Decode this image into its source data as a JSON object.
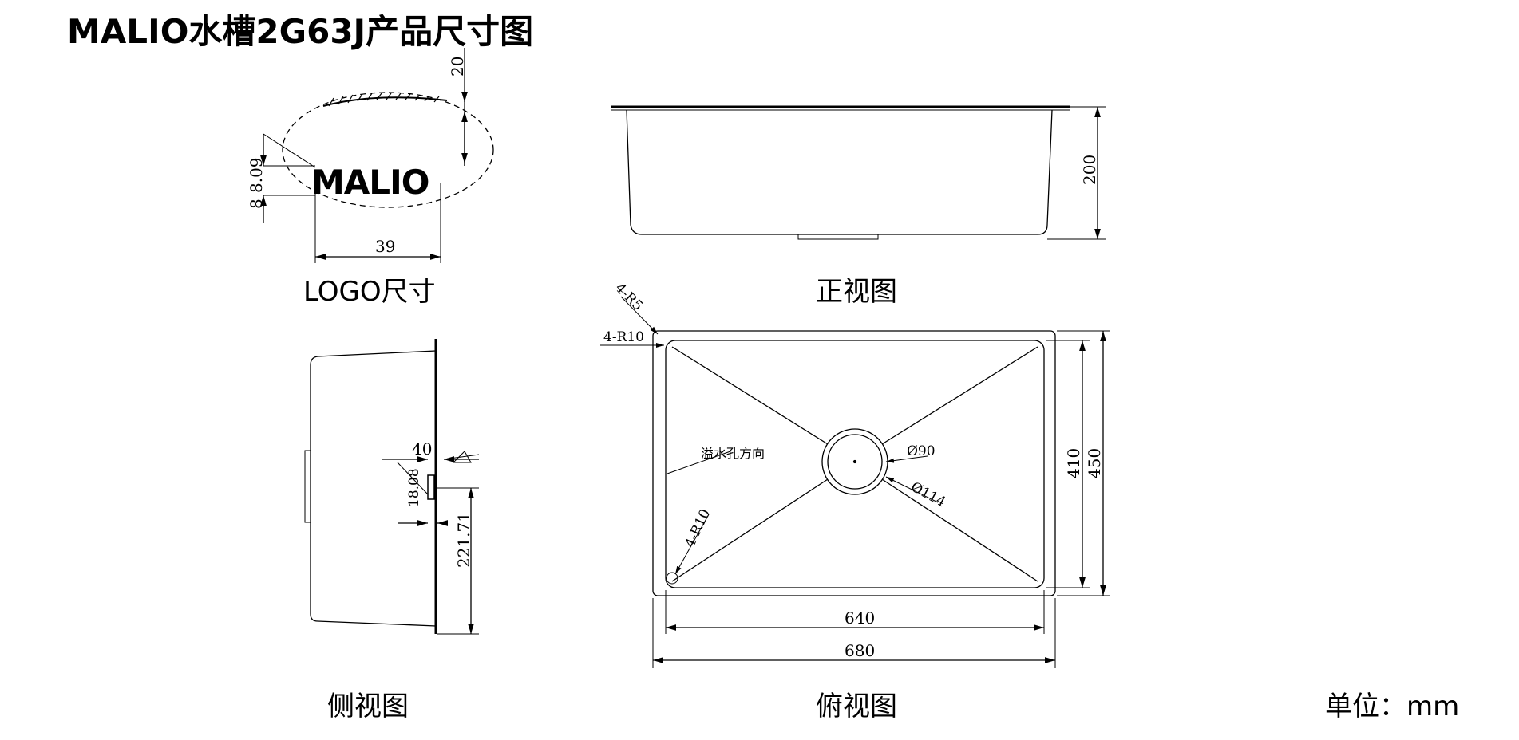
{
  "title": "MALIO水槽2G63J产品尺寸图",
  "captions": {
    "logo": "LOGO尺寸",
    "front": "正视图",
    "side": "侧视图",
    "top": "俯视图",
    "unit": "单位：mm"
  },
  "logo": {
    "text": "MALIO",
    "dims": {
      "height_top": "20",
      "height_a": "8.09",
      "height_b": "8",
      "width": "39"
    }
  },
  "front": {
    "dims": {
      "depth": "200"
    }
  },
  "side": {
    "dims": {
      "top": "40",
      "pos_a": "18.08",
      "pos_b": "221.71"
    }
  },
  "top_view": {
    "dims": {
      "inner_width": "640",
      "outer_width": "680",
      "inner_depth": "410",
      "outer_depth": "450",
      "corner_outer": "4-R5",
      "corner_inner": "4-R10",
      "corner_bottom": "4-R10",
      "drain_inner": "Ø90",
      "drain_outer": "Ø114"
    },
    "overflow_note": "溢水孔方向"
  }
}
